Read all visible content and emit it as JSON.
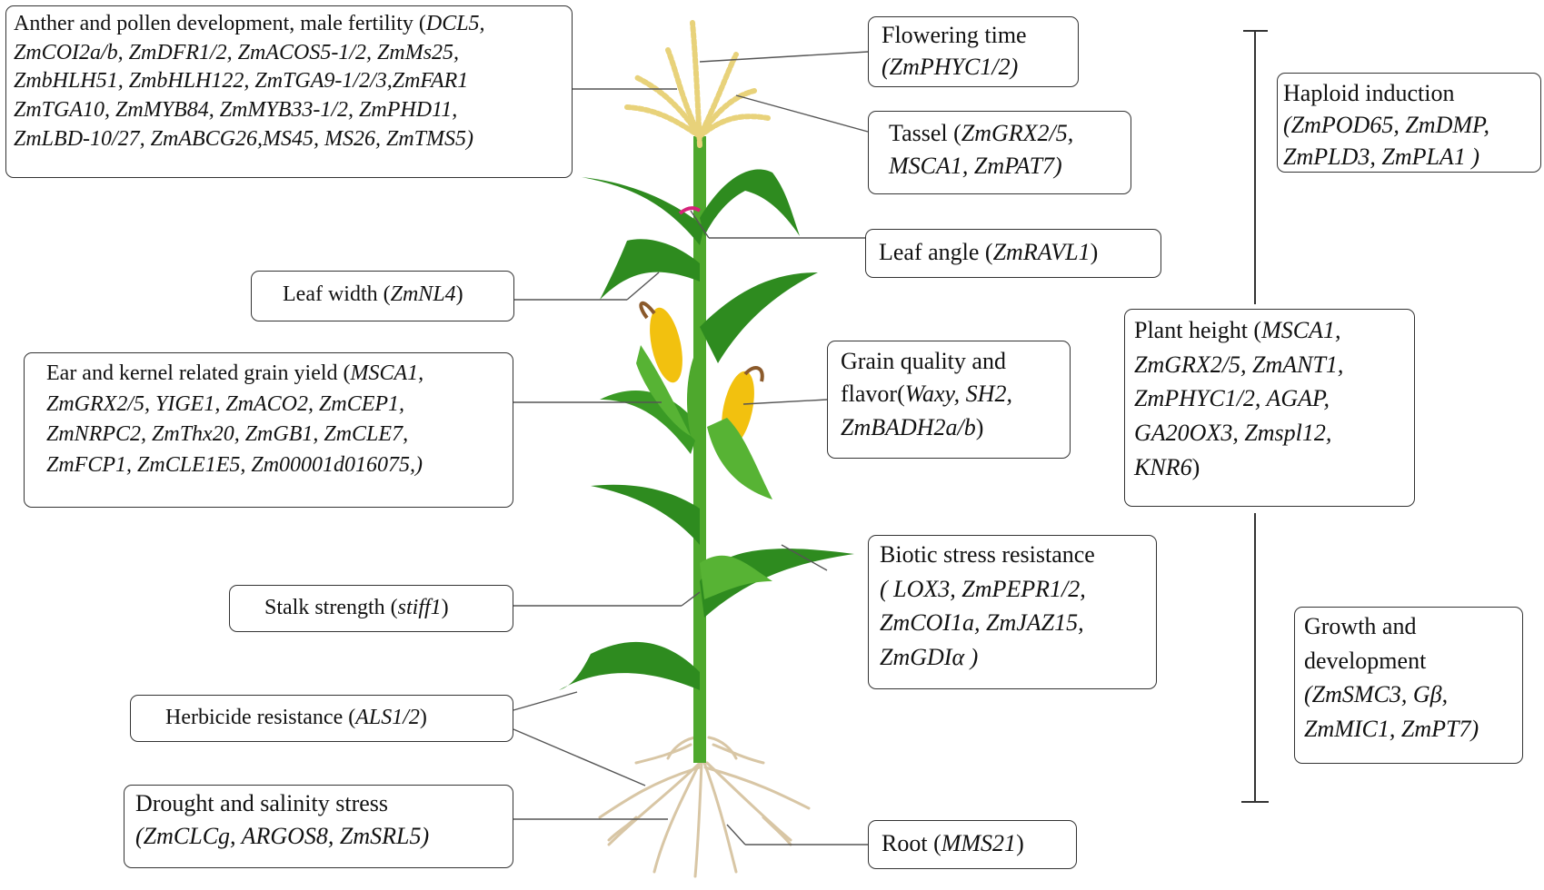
{
  "boxes": {
    "anther": {
      "lines": [
        [
          "Anther and pollen development, male fertility (",
          "DCL5,"
        ],
        [
          "",
          "ZmCOI2a/b, ZmDFR1/2, ZmACOS5-1/2, ZmMs25,"
        ],
        [
          "",
          "ZmbHLH51, ZmbHLH122, ZmTGA9-1/2/3,ZmFAR1"
        ],
        [
          "",
          "ZmTGA10, ZmMYB84, ZmMYB33-1/2, ZmPHD11,"
        ],
        [
          "",
          "ZmLBD-10/27, ZmABCG26,MS45, MS26, ZmTMS5)"
        ]
      ]
    },
    "flowering": {
      "line1": "Flowering time",
      "line2": "(ZmPHYC1/2)"
    },
    "tassel": {
      "prefix": "Tassel (",
      "line1_gene": "ZmGRX2/5,",
      "line2": "MSCA1, ZmPAT7)"
    },
    "leaf_angle": {
      "prefix": "Leaf angle (",
      "gene": "ZmRAVL1",
      "suffix": ")"
    },
    "leaf_width": {
      "prefix": "Leaf width (",
      "gene": "ZmNL4",
      "suffix": ")"
    },
    "ear_kernel": {
      "prefix": "Ear and kernel related grain yield (",
      "line1_gene": "MSCA1,",
      "line2": "ZmGRX2/5,  YIGE1, ZmACO2, ZmCEP1,",
      "line3": "ZmNRPC2, ZmThx20, ZmGB1, ZmCLE7,",
      "line4": "ZmFCP1, ZmCLE1E5, Zm00001d016075,)"
    },
    "grain_quality": {
      "line1": "Grain quality and",
      "line2_prefix": "flavor(",
      "line2_gene": "Waxy, SH2,",
      "line3": "ZmBADH2a/b",
      "line3_suffix": ")"
    },
    "stalk": {
      "prefix": "Stalk strength (",
      "gene": "stiff1",
      "suffix": ")"
    },
    "biotic": {
      "line1": "Biotic stress resistance",
      "line2": "( LOX3, ZmPEPR1/2,",
      "line3": "ZmCOI1a, ZmJAZ15,",
      "line4": "ZmGDIα )"
    },
    "herbicide": {
      "prefix": "Herbicide resistance (",
      "gene": "ALS1/2",
      "suffix": ")"
    },
    "drought": {
      "line1": "Drought and salinity stress",
      "line2": "(ZmCLCg, ARGOS8, ZmSRL5)"
    },
    "root": {
      "prefix": "Root (",
      "gene": "MMS21",
      "suffix": ")"
    },
    "haploid": {
      "line1": "Haploid induction",
      "line2": "(ZmPOD65, ZmDMP,",
      "line3": "ZmPLD3, ZmPLA1 )"
    },
    "plant_height": {
      "prefix": "Plant height  (",
      "line1_gene": "MSCA1,",
      "line2": "ZmGRX2/5, ZmANT1,",
      "line3": "ZmPHYC1/2,  AGAP,",
      "line4": "GA20OX3,  Zmspl12,",
      "line5_gene": "KNR6",
      "line5_suffix": ")"
    },
    "growth": {
      "line1": "Growth and",
      "line2": "development",
      "line3": "(ZmSMC3, Gβ,",
      "line4": "ZmMIC1, ZmPT7)"
    }
  },
  "colors": {
    "leaf_dark": "#2e8b1f",
    "leaf_light": "#57b334",
    "stem": "#4ea82d",
    "kernel": "#f2c10f",
    "silk": "#8b5a2b",
    "root": "#d8c6a5",
    "tassel": "#e8d27a",
    "angle_mark": "#d6247a",
    "border": "#333333"
  }
}
